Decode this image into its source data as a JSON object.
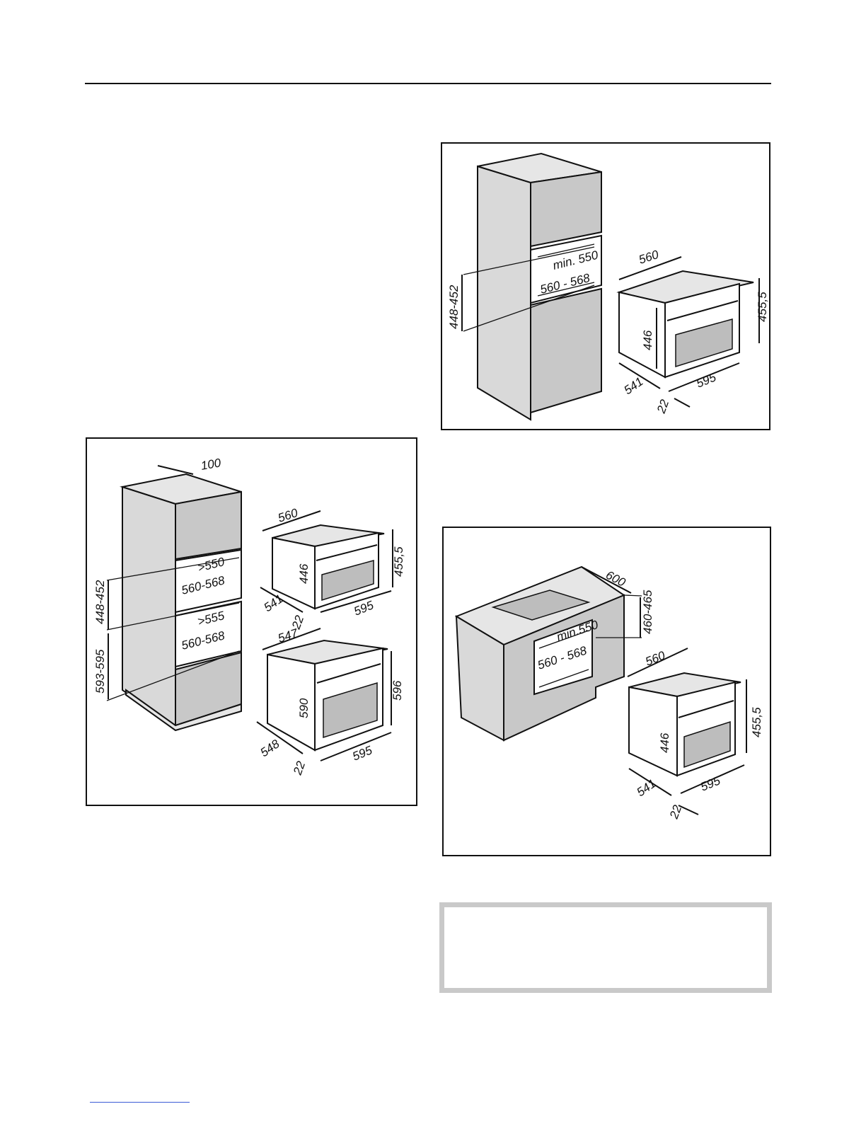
{
  "figures": [
    {
      "id": "double",
      "labels": [
        "100",
        "560",
        "455,5",
        "446",
        "541",
        "22",
        "595",
        ">550",
        "560-568",
        "448-452",
        "593-595",
        ">555",
        "560-568",
        "547",
        "596",
        "590",
        "548",
        "22",
        "595"
      ]
    },
    {
      "id": "tall",
      "labels": [
        "min. 550",
        "560 - 568",
        "448-452",
        "560",
        "455,5",
        "446",
        "541",
        "595",
        "22"
      ]
    },
    {
      "id": "under",
      "labels": [
        "600",
        "460-465",
        "min.550",
        "560 - 568",
        "560",
        "455,5",
        "446",
        "541",
        "595",
        "22"
      ]
    }
  ],
  "colors": {
    "line": "#111111",
    "panel_fill": "#d9d9d9",
    "note_border": "#c9c9c9",
    "link": "#3b5bd6"
  }
}
